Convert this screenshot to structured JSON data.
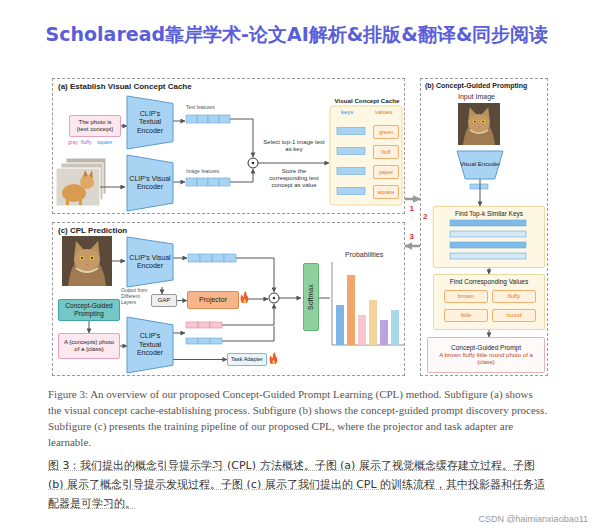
{
  "diagram": {
    "title": "Scholaread靠岸学术-论文AI解析&排版&翻译&同步阅读",
    "caption": "Figure 3: An overview of our proposed Concept-Guided Prompt Learning (CPL) method. Subfigure (a) shows the visual concept cache-establishing process. Subfigure (b) shows the concept-guided prompt discovery process. Subfigure (c) presents the training pipeline of our proposed CPL, where the projector and task adapter are learnable.",
    "nodes": [
      {
        "text": [
          "(a) Establish Visual Concept Cache"
        ]
      },
      {
        "text": [
          "The photo is {text concept}"
        ],
        "in": 0
      },
      {
        "text": [
          "CLIP's Textual Encoder"
        ],
        "in": 0
      },
      {
        "text": [
          "CLIP's Visual Encoder"
        ],
        "in": 0
      },
      {
        "text": [
          "Visual Concept Cache",
          "keys",
          "values"
        ],
        "in": 0
      },
      {
        "text": [
          "green"
        ],
        "in": 4
      },
      {
        "text": [
          "fluff"
        ],
        "in": 4
      },
      {
        "text": [
          "paper"
        ],
        "in": 4
      },
      {
        "text": [
          "square"
        ],
        "in": 4
      },
      {
        "text": [
          "(b) Concept-Guided Prompting"
        ]
      },
      {
        "text": [
          "Visual Encoder"
        ],
        "in": 9
      },
      {
        "text": [
          "Find Top-k Similar Keys"
        ],
        "in": 9
      },
      {
        "text": [
          "Find Corresponding Values"
        ],
        "in": 9
      },
      {
        "text": [
          "brown"
        ],
        "in": 12
      },
      {
        "text": [
          "fluffy"
        ],
        "in": 12
      },
      {
        "text": [
          "little"
        ],
        "in": 12
      },
      {
        "text": [
          "round"
        ],
        "in": 12
      },
      {
        "text": [
          "Concept-Guided Prompt",
          "A brown fluffy little round photo of a {class}"
        ],
        "in": 9
      },
      {
        "text": [
          "(c) CPL Prediction"
        ]
      },
      {
        "text": [
          "CLIP's Visual Encoder"
        ],
        "in": 18
      },
      {
        "text": [
          "GAP"
        ],
        "in": 18
      },
      {
        "text": [
          "Projector"
        ],
        "in": 18
      },
      {
        "text": [
          "Concept-Guided Prompting"
        ],
        "in": 18
      },
      {
        "text": [
          "A {concepts} photo of a {class}"
        ],
        "in": 18
      },
      {
        "text": [
          "CLIP's Textual Encoder"
        ],
        "in": 18
      },
      {
        "text": [
          "Task Adapter"
        ],
        "in": 18
      },
      {
        "text": [
          "Softmax"
        ],
        "in": 18
      }
    ],
    "edges": [
      {
        "from": 1,
        "to": 2,
        "arrow": "to"
      },
      {
        "from": 0,
        "to": 9,
        "arrow": "to",
        "label": "1"
      },
      {
        "from": 10,
        "to": 11,
        "arrow": "to"
      },
      {
        "from": 11,
        "to": 12,
        "arrow": "to"
      },
      {
        "from": 12,
        "to": 17,
        "arrow": "to"
      },
      {
        "from": 9,
        "to": 18,
        "arrow": "to",
        "label": "3"
      },
      {
        "from": 19,
        "to": 20,
        "arrow": "to"
      },
      {
        "from": 20,
        "to": 21,
        "arrow": "to"
      },
      {
        "from": 22,
        "to": 23,
        "arrow": "to"
      },
      {
        "from": 23,
        "to": 24,
        "arrow": "to"
      },
      {
        "from": 24,
        "to": 25,
        "arrow": "to"
      }
    ],
    "labels": [
      "gray",
      "fluffy",
      "square",
      "Text features",
      "Image features",
      "Select top-1 image text as key",
      "Store the corresponding text concept as value",
      "Input Image",
      "2",
      "Output from Different Layers",
      "Probabilities",
      "图 3：我们提出的概念引导提示学习 (CPL) 方法概述。子图 (a) 展示了视觉概念缓存建立过程。子图 (b) 展示了概念引导提示发现过程。子图 (c) 展示了我们提出的 CPL 的训练流程，其中投影器和任务适配器是可学习的。",
      "CSDN @haimianxiaobao11"
    ]
  }
}
